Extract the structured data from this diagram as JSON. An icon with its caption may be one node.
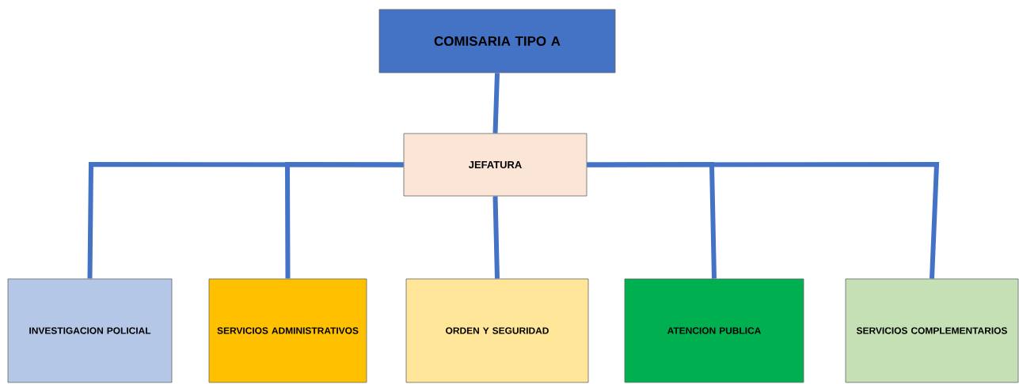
{
  "diagram": {
    "nodes": [
      {
        "text": [
          "COMISARIA TIPO A"
        ]
      },
      {
        "text": [
          "JEFATURA"
        ]
      },
      {
        "text": [
          "INVESTIGACION POLICIAL"
        ]
      },
      {
        "text": [
          "SERVICIOS ADMINISTRATIVOS"
        ]
      },
      {
        "text": [
          "ORDEN Y SEGURIDAD"
        ]
      },
      {
        "text": [
          "ATENCION PUBLICA"
        ]
      },
      {
        "text": [
          "SERVICIOS COMPLEMENTARIOS"
        ]
      }
    ],
    "edges": [
      {
        "from": 0,
        "to": 1,
        "arrow": "none"
      },
      {
        "from": 1,
        "to": 2,
        "arrow": "none"
      },
      {
        "from": 1,
        "to": 3,
        "arrow": "none"
      },
      {
        "from": 1,
        "to": 4,
        "arrow": "none"
      },
      {
        "from": 1,
        "to": 5,
        "arrow": "none"
      },
      {
        "from": 1,
        "to": 6,
        "arrow": "none"
      }
    ]
  }
}
